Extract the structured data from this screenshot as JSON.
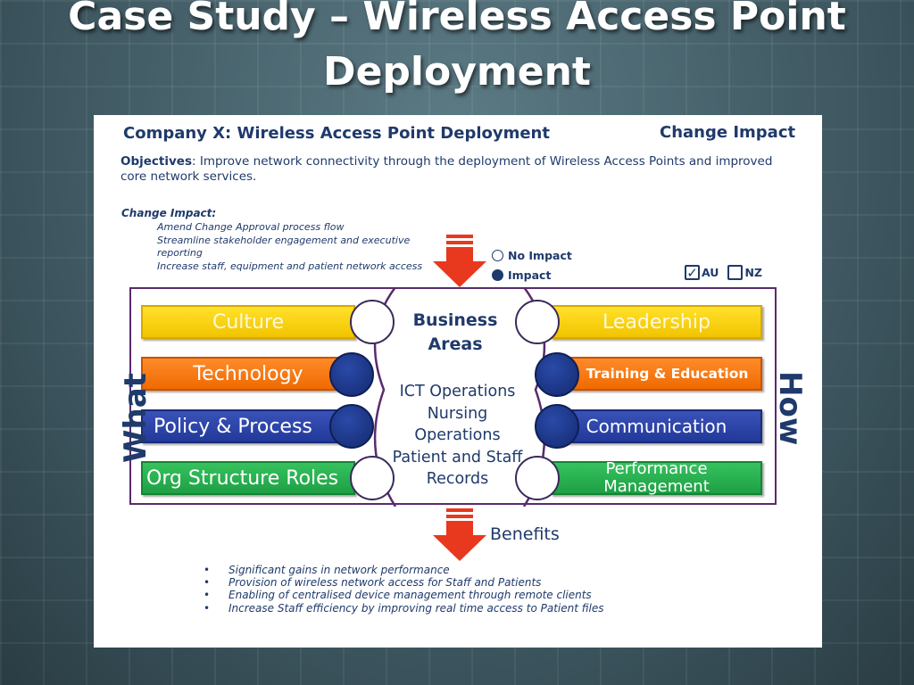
{
  "slide": {
    "title": "Case Study – Wireless Access Point Deployment"
  },
  "panel": {
    "company_title": "Company X: Wireless Access Point Deployment",
    "change_title": "Change Impact",
    "objectives_label": "Objectives",
    "objectives_text": ": Improve network connectivity through the deployment of Wireless Access Points and improved core network services.",
    "change_impact_heading": "Change Impact:",
    "change_impact_items": [
      "Amend Change Approval process flow",
      "Streamline stakeholder engagement and executive reporting",
      "Increase staff, equipment and patient network access"
    ],
    "legend": {
      "no_impact": "No Impact",
      "impact": "Impact"
    },
    "region": {
      "au": "AU",
      "au_checked": true,
      "nz": "NZ",
      "nz_checked": false
    },
    "what_label": "What",
    "how_label": "How",
    "left_bars": [
      {
        "label": "Culture",
        "color": "yellow",
        "impact": false
      },
      {
        "label": "Technology",
        "color": "orange",
        "impact": true
      },
      {
        "label": "Policy & Process",
        "color": "blue",
        "impact": true
      },
      {
        "label": "Org Structure Roles",
        "color": "green",
        "impact": false
      }
    ],
    "right_bars": [
      {
        "label": "Leadership",
        "color": "yellow",
        "impact": false
      },
      {
        "label": "Training & Education",
        "color": "orange",
        "impact": true
      },
      {
        "label": "Communication",
        "color": "blue",
        "impact": true
      },
      {
        "label": "Performance Management",
        "color": "green",
        "impact": false
      }
    ],
    "center_heading": "Business Areas",
    "center_items": [
      "ICT Operations",
      "Nursing",
      "Operations",
      "Patient and Staff",
      "Records"
    ],
    "benefits_label": "Benefits",
    "benefits_items": [
      "Significant gains in network performance",
      "Provision of wireless network access for Staff and Patients",
      "Enabling of centralised device management through remote clients",
      "Increase Staff efficiency by improving real time access to Patient files"
    ],
    "colors": {
      "navy": "#1f3a6b",
      "arrow_red": "#e8381e",
      "frame_purple": "#5a2a6e"
    }
  }
}
